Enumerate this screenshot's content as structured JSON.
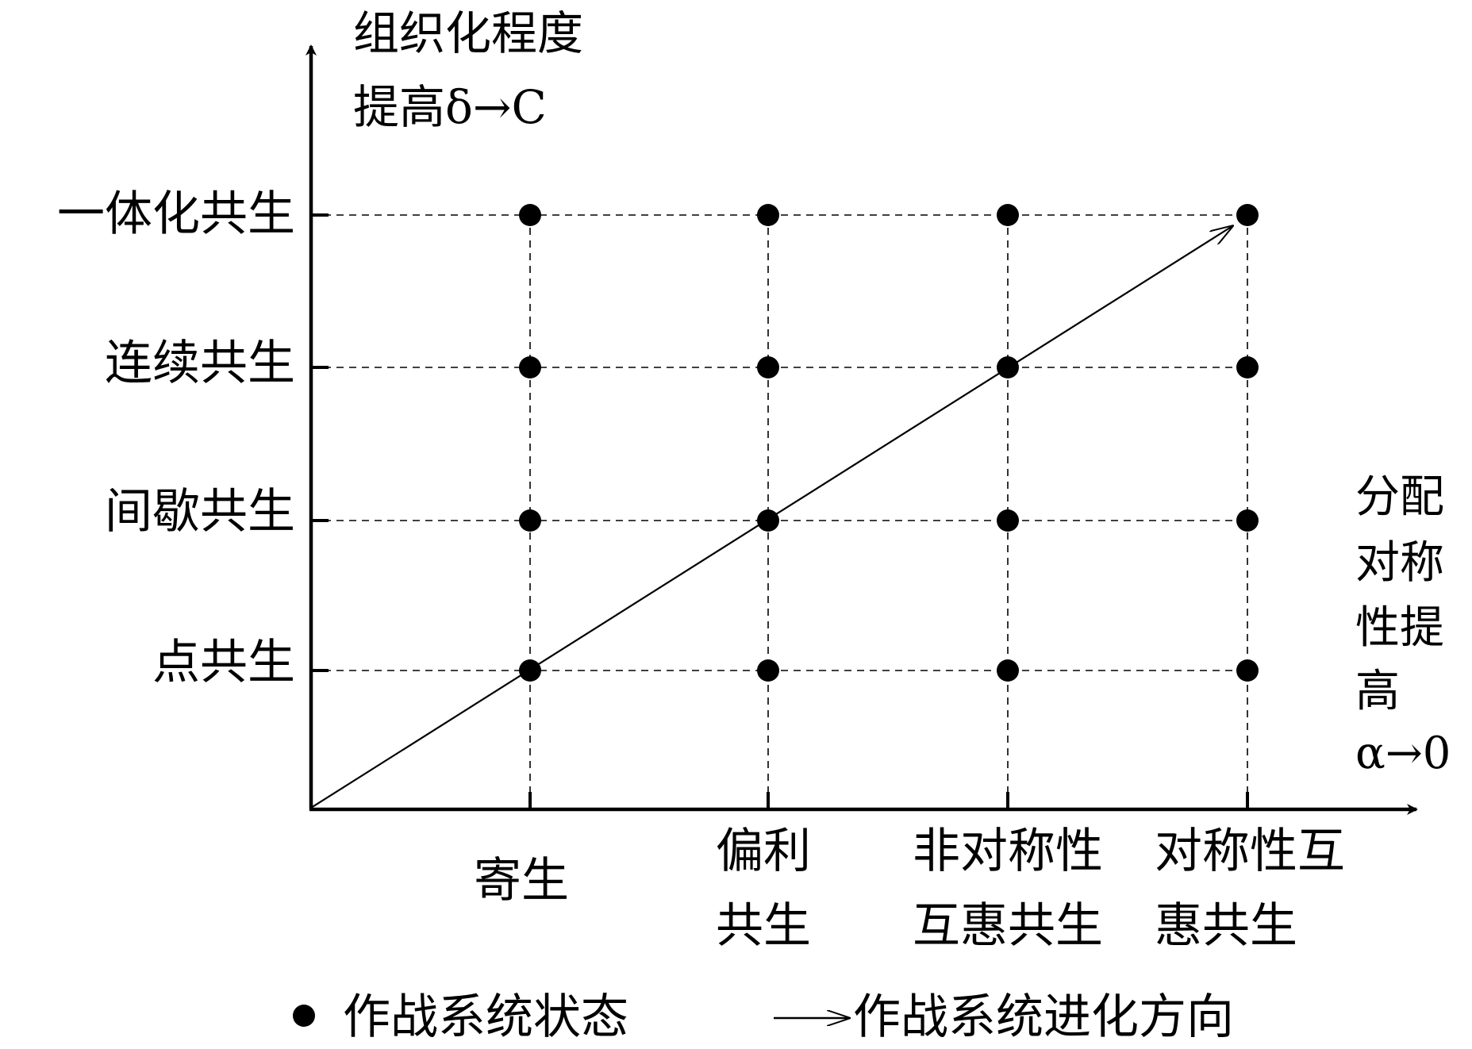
{
  "y_axis": {
    "title_line1": "组织化程度",
    "title_line2": "提高δ→C",
    "levels": [
      "点共生",
      "间歇共生",
      "连续共生",
      "一体化共生"
    ]
  },
  "x_axis": {
    "title_lines": [
      "分配",
      "对称",
      "性提",
      "高",
      "α→0"
    ],
    "categories": [
      {
        "lines": [
          "寄生"
        ]
      },
      {
        "lines": [
          "偏利",
          "共生"
        ]
      },
      {
        "lines": [
          "非对称性",
          "互惠共生"
        ]
      },
      {
        "lines": [
          "对称性互",
          "惠共生"
        ]
      }
    ]
  },
  "legend": {
    "state_label": "作战系统状态",
    "direction_label": "作战系统进化方向"
  },
  "colors": {
    "ink": "#000000",
    "background": "#ffffff"
  }
}
